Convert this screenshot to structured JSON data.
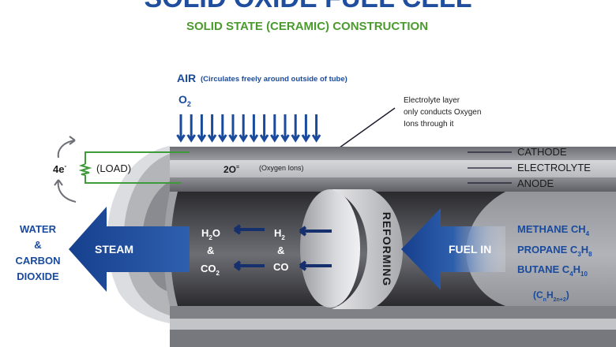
{
  "header": {
    "title": "SOLID OXIDE FUEL CELL",
    "subtitle": "SOLID STATE (CERAMIC) CONSTRUCTION"
  },
  "air": {
    "label": "AIR",
    "note": "(Circulates freely around outside of tube)",
    "o2_base": "O",
    "o2_sub": "2"
  },
  "electrolyte_note": {
    "line1": "Electrolyte layer",
    "line2": "only conducts Oxygen",
    "line3": "Ions through it"
  },
  "layers": {
    "cathode": "CATHODE",
    "electrolyte": "ELECTROLYTE",
    "anode": "ANODE"
  },
  "circuit": {
    "electrons_base": "4e",
    "electrons_sup": "-",
    "load": "(LOAD)"
  },
  "oxygen_ions": {
    "value_base": "2O",
    "value_sup": "=",
    "label": "(Oxygen Ions)"
  },
  "outputs": {
    "water_line1": "WATER",
    "water_line2": "&",
    "water_line3": "CARBON",
    "water_line4": "DIOXIDE",
    "steam": "STEAM"
  },
  "products": {
    "h2o_base": "H",
    "h2o_sub": "2",
    "h2o_tail": "O",
    "amp1": "&",
    "co2_base": "CO",
    "co2_sub": "2"
  },
  "reactants": {
    "h2_base": "H",
    "h2_sub": "2",
    "amp2": "&",
    "co": "CO"
  },
  "reforming": "REFORMING",
  "fuel": {
    "label": "FUEL IN",
    "methane_name": "METHANE CH",
    "methane_sub": "4",
    "propane_name": "PROPANE C",
    "propane_sub1": "3",
    "propane_mid": "H",
    "propane_sub2": "8",
    "butane_name": "BUTANE C",
    "butane_sub1": "4",
    "butane_mid": "H",
    "butane_sub2": "10",
    "general_open": "(C",
    "general_n": "n",
    "general_h": "H",
    "general_sub": "2n+2",
    "general_close": ")"
  },
  "colors": {
    "title_blue": "#1f4e9e",
    "subtitle_green": "#4a9a2e",
    "arrow_blue": "#1a4a9c",
    "circuit_green": "#3f9a3a"
  }
}
